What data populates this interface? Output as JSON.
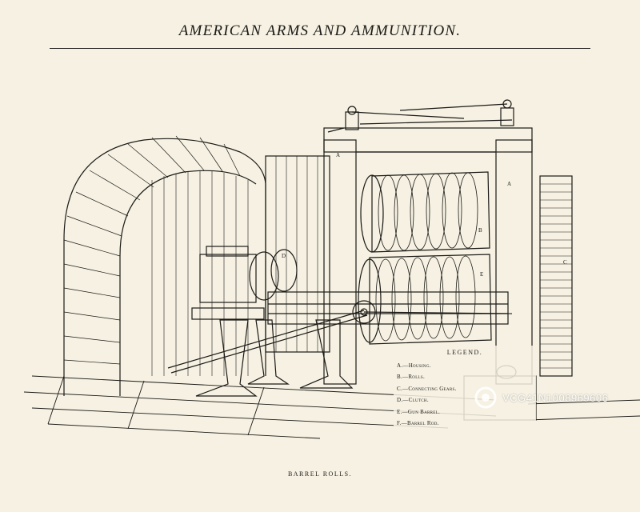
{
  "header": {
    "title": "AMERICAN ARMS AND AMMUNITION."
  },
  "figure": {
    "caption": "BARREL ROLLS.",
    "part_labels": [
      "A",
      "A",
      "B",
      "C",
      "D",
      "E"
    ],
    "legend": {
      "title": "LEGEND.",
      "items": [
        "A.—Housing.",
        "B.—Rolls.",
        "C.—Connecting Gears.",
        "D.—Clutch.",
        "E.—Gun Barrel.",
        "F.—Barrel Rod."
      ]
    }
  },
  "watermark": {
    "logo": "stock-photo-logo-icon",
    "id_text": "VCG41N1008969606"
  },
  "colors": {
    "paper": "#f6f1e2",
    "ink": "#1b1a17"
  }
}
